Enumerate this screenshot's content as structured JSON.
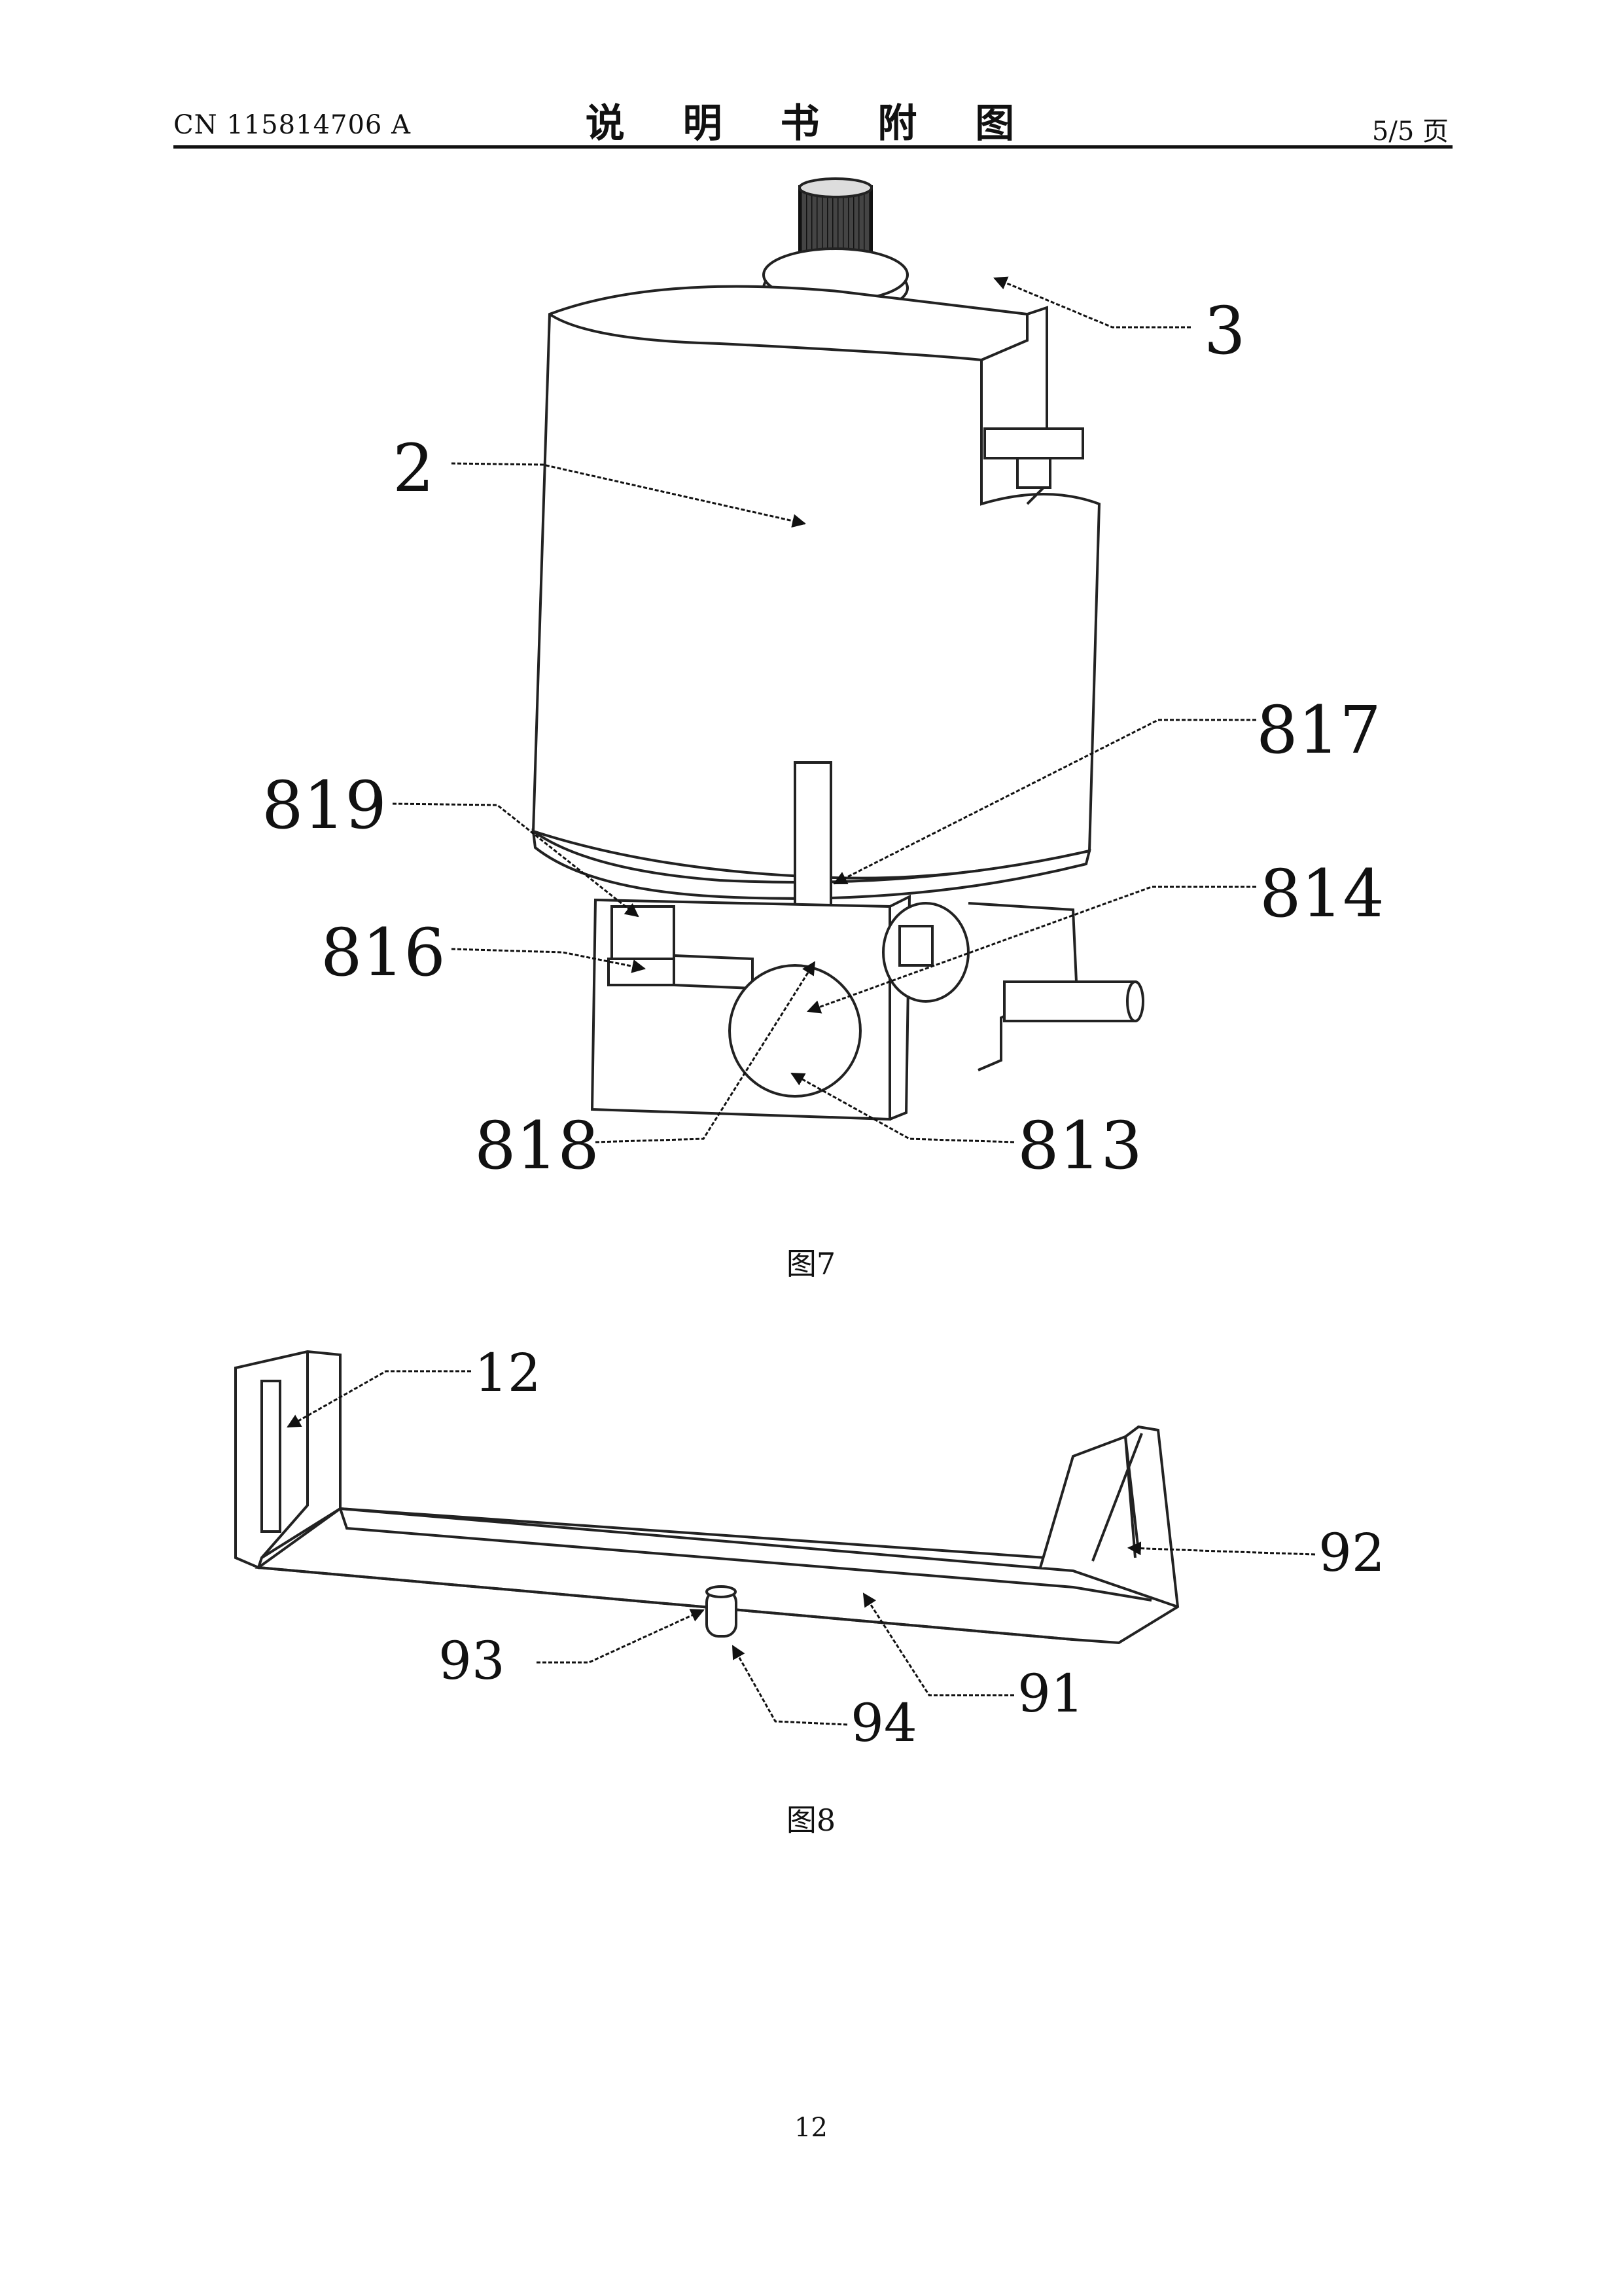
{
  "header": {
    "patent_number": "CN 115814706 A",
    "title": "说 明 书 附 图",
    "page_info": "5/5 页"
  },
  "figure7": {
    "caption": "图7",
    "labels": {
      "l3": "3",
      "l2": "2",
      "l817": "817",
      "l819": "819",
      "l814": "814",
      "l816": "816",
      "l818": "818",
      "l813": "813"
    }
  },
  "figure8": {
    "caption": "图8",
    "labels": {
      "l12": "12",
      "l92": "92",
      "l93": "93",
      "l91": "91",
      "l94": "94"
    }
  },
  "footer": {
    "page_number": "12"
  }
}
